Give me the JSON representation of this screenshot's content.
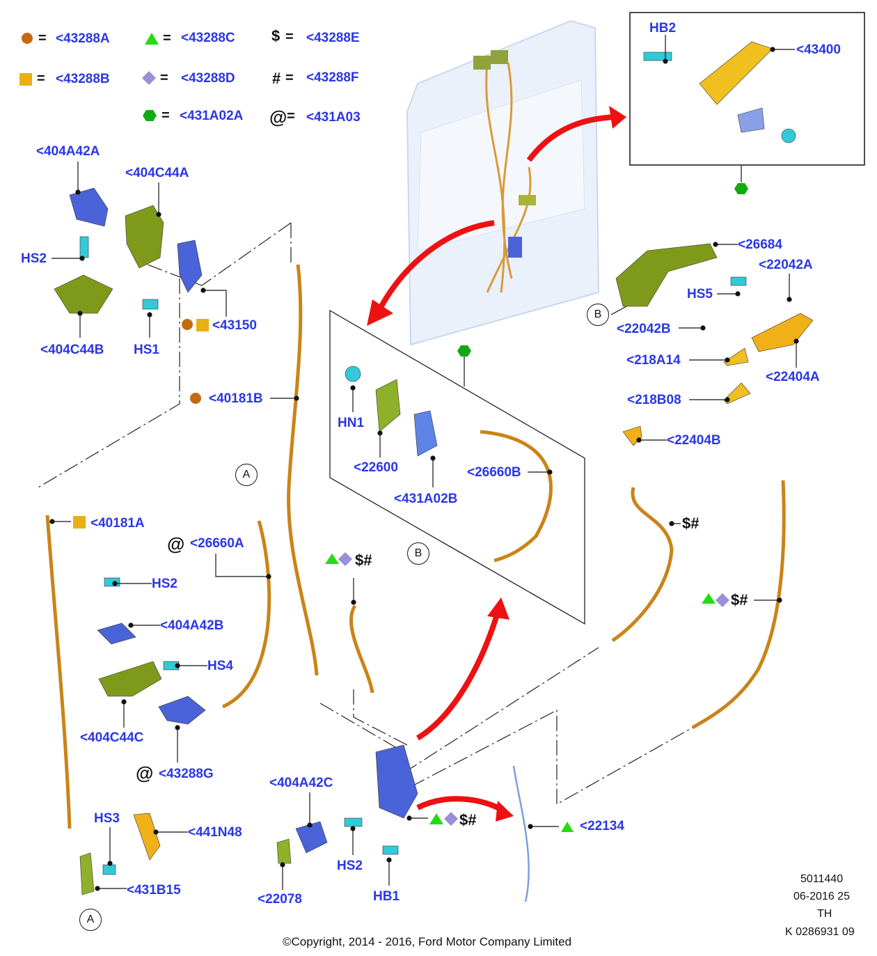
{
  "legend": [
    {
      "symbol": "circle",
      "color": "#c46a12",
      "code": "<43288A"
    },
    {
      "symbol": "triangle",
      "color": "#22dd11",
      "code": "<43288C"
    },
    {
      "symbol": "$",
      "code": "<43288E"
    },
    {
      "symbol": "square",
      "color": "#e8b012",
      "code": "<43288B"
    },
    {
      "symbol": "diamond",
      "color": "#9a8fd8",
      "code": "<43288D"
    },
    {
      "symbol": "#",
      "code": "<43288F"
    },
    {
      "symbol": "hexagon",
      "color": "#11aa11",
      "code": "<431A02A"
    },
    {
      "symbol": "@",
      "code": "<431A03"
    }
  ],
  "eq": "=",
  "callouts": {
    "c404A42A": "<404A42A",
    "c404C44A": "<404C44A",
    "hs2a": "HS2",
    "c404C44B": "<404C44B",
    "hs1": "HS1",
    "c43150": "<43150",
    "c40181B": "<40181B",
    "c40181A": "<40181A",
    "c26660A": "<26660A",
    "hs2b": "HS2",
    "c404A42B": "<404A42B",
    "hs4": "HS4",
    "c404C44C": "<404C44C",
    "c43288G": "<43288G",
    "hs3": "HS3",
    "c441N48": "<441N48",
    "c431B15": "<431B15",
    "c404A42C": "<404A42C",
    "c22078": "<22078",
    "hs2c": "HS2",
    "hb1": "HB1",
    "c22134": "<22134",
    "hn1": "HN1",
    "c22600": "<22600",
    "c431A02B": "<431A02B",
    "c26660B": "<26660B",
    "hb2": "HB2",
    "c43400": "<43400",
    "c26684": "<26684",
    "c22042A": "<22042A",
    "hs5": "HS5",
    "c22042B": "<22042B",
    "c218A14": "<218A14",
    "c22404A": "<22404A",
    "c218B08": "<218B08",
    "c22404B": "<22404B"
  },
  "symbols": {
    "dollar_hash": "$#",
    "at": "@"
  },
  "refs": {
    "A": "A",
    "B": "B"
  },
  "footer": {
    "id1": "5011440",
    "id2": "06-2016 25",
    "id3": "TH",
    "id4": "K 0286931 09",
    "copyright": "©Copyright, 2014 - 2016, Ford Motor Company Limited"
  }
}
